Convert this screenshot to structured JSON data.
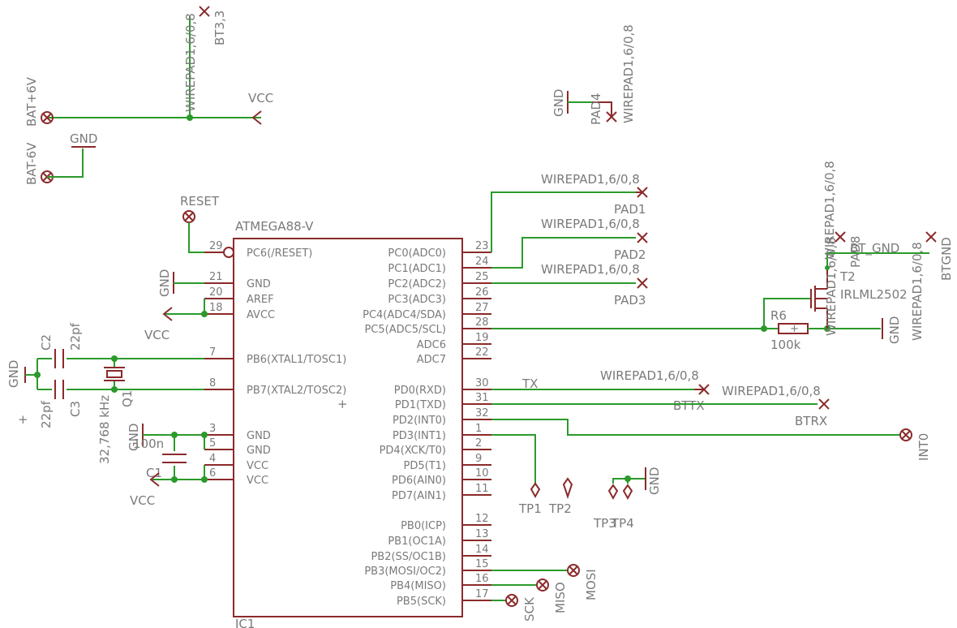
{
  "ic": {
    "name": "ATMEGA88-V",
    "ref": "IC1",
    "left_pins": [
      {
        "num": "29",
        "label": "PC6(/RESET)"
      },
      {
        "num": "21",
        "label": "GND"
      },
      {
        "num": "20",
        "label": "AREF"
      },
      {
        "num": "18",
        "label": "AVCC"
      },
      {
        "num": "7",
        "label": "PB6(XTAL1/TOSC1)"
      },
      {
        "num": "8",
        "label": "PB7(XTAL2/TOSC2)"
      },
      {
        "num": "3",
        "label": "GND"
      },
      {
        "num": "5",
        "label": "GND"
      },
      {
        "num": "4",
        "label": "VCC"
      },
      {
        "num": "6",
        "label": "VCC"
      }
    ],
    "right_pins": [
      {
        "num": "23",
        "label": "PC0(ADC0)"
      },
      {
        "num": "24",
        "label": "PC1(ADC1)"
      },
      {
        "num": "25",
        "label": "PC2(ADC2)"
      },
      {
        "num": "26",
        "label": "PC3(ADC3)"
      },
      {
        "num": "27",
        "label": "PC4(ADC4/SDA)"
      },
      {
        "num": "28",
        "label": "PC5(ADC5/SCL)"
      },
      {
        "num": "19",
        "label": "ADC6"
      },
      {
        "num": "22",
        "label": "ADC7"
      },
      {
        "num": "30",
        "label": "PD0(RXD)"
      },
      {
        "num": "31",
        "label": "PD1(TXD)"
      },
      {
        "num": "32",
        "label": "PD2(INT0)"
      },
      {
        "num": "1",
        "label": "PD3(INT1)"
      },
      {
        "num": "2",
        "label": "PD4(XCK/T0)"
      },
      {
        "num": "9",
        "label": "PD5(T1)"
      },
      {
        "num": "10",
        "label": "PD6(AIN0)"
      },
      {
        "num": "11",
        "label": "PD7(AIN1)"
      },
      {
        "num": "12",
        "label": "PB0(ICP)"
      },
      {
        "num": "13",
        "label": "PB1(OC1A)"
      },
      {
        "num": "14",
        "label": "PB2(SS/OC1B)"
      },
      {
        "num": "15",
        "label": "PB3(MOSI/OC2)"
      },
      {
        "num": "16",
        "label": "PB4(MISO)"
      },
      {
        "num": "17",
        "label": "PB5(SCK)"
      }
    ]
  },
  "labels": {
    "wirepad_bt33": "WIREPAD1,6/0,8",
    "bt33": "BT3,3",
    "vcc_top": "VCC",
    "bat_plus": "BAT+6V",
    "bat_minus": "BAT-6V",
    "gnd_bat": "GND",
    "gnd_pad4": "GND",
    "pad4": "PAD4",
    "wirepad_pad4": "WIREPAD1,6/0,8",
    "reset": "RESET",
    "wirepad_pad1": "WIREPAD1,6/0,8",
    "pad1": "PAD1",
    "wirepad_pad2": "WIREPAD1,6/0,8",
    "pad2": "PAD2",
    "wirepad_pad3": "WIREPAD1,6/0,8",
    "pad3": "PAD3",
    "gnd_ic21": "GND",
    "vcc_avcc": "VCC",
    "gnd_xtal": "GND",
    "c2": "C2",
    "c2_val": "22pf",
    "c3": "C3",
    "c3_val": "22pf",
    "q1": "Q1",
    "q1_val": "32,768 kHz",
    "gnd_c1": "GND",
    "c1_val": "100n",
    "c1": "C1",
    "vcc_c1": "VCC",
    "wirepad_bttx": "WIREPAD1,6/0,8",
    "tx": "TX",
    "bttx": "BTTX",
    "wirepad_btrx": "WIREPAD1,6/0,8",
    "btrx": "BTRX",
    "int0": "INT0",
    "tp1": "TP1",
    "tp2": "TP2",
    "tp3": "TP3",
    "tp4": "TP4",
    "gnd_tp": "GND",
    "mosi": "MOSI",
    "miso": "MISO",
    "sck": "SCK",
    "wirepad_t2a": "WIREPAD1,6/0,8",
    "pad8": "PAD8",
    "bt_gnd": "BT_GND",
    "wirepad_btgnd": "WIREPAD1,6/0,8",
    "btgnd": "BTGND",
    "t2": "T2",
    "t2_val": "IRLML2502",
    "wirepad_t2b": "WIREPAD1,6/0,8",
    "r6": "R6",
    "r6_val": "100k",
    "gnd_t2": "GND"
  },
  "colors": {
    "wire": "#2b9a2b",
    "part": "#8b2a2a",
    "text": "#7a7a7a"
  }
}
